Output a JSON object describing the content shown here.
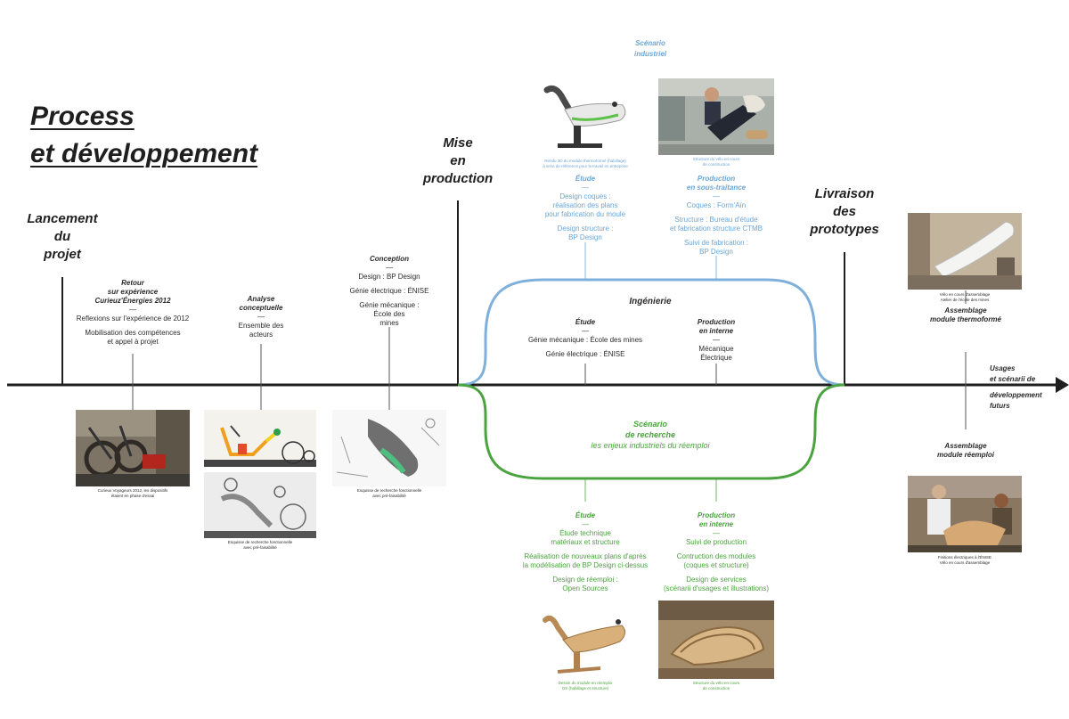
{
  "title": [
    "Process",
    "et développement"
  ],
  "milestones": {
    "launch": [
      "Lancement",
      "du",
      "projet"
    ],
    "production": [
      "Mise",
      "en",
      "production"
    ],
    "delivery": [
      "Livraison",
      "des",
      "prototypes"
    ]
  },
  "future": [
    "Usages",
    "et scénarii de",
    "développement",
    "futurs"
  ],
  "retour": {
    "heading": [
      "Retour",
      "sur expérience",
      "Curieuz'Énergies 2012"
    ],
    "dash": "—",
    "lines": [
      "Reflexions sur l'expérience de 2012"
    ],
    "lines2": [
      "Mobilisation des compétences",
      "et appel à projet"
    ],
    "caption": [
      "Curieux Voyageurs 2012, les dispositifs",
      "étaient en phase d'essai"
    ]
  },
  "analyse": {
    "heading": [
      "Analyse",
      "conceptuelle"
    ],
    "dash": "—",
    "lines": [
      "Ensemble des",
      "acteurs"
    ],
    "caption": [
      "Esquisse de recherche fonctionnelle",
      "avec pré-faisabilité"
    ]
  },
  "conception": {
    "heading": [
      "Conception"
    ],
    "dash": "—",
    "l1": "Design : BP Design",
    "l2": "Génie électrique : ÉNISE",
    "l3": [
      "Génie mécanique :",
      "École des",
      "mines"
    ],
    "caption": [
      "Esquisse de recherche fonctionnelle",
      "avec pré-faisabilité"
    ]
  },
  "scenario_industriel": {
    "heading": [
      "Scénario",
      "industriel"
    ],
    "photo1_caption": [
      "Rendu 3D du module thermoformé (habillage)",
      "à servi de référence pour le travail en entreprise"
    ],
    "photo2_caption": [
      "Structure du vélo en cours",
      "de construction"
    ],
    "etude": {
      "heading": [
        "Étude"
      ],
      "dash": "—",
      "l1": [
        "Design coques :",
        "réalisation des plans",
        "pour fabrication du moule"
      ],
      "l2": [
        "Design structure :",
        "BP Design"
      ]
    },
    "production": {
      "heading": [
        "Production",
        "en sous-traitance"
      ],
      "dash": "—",
      "l1": [
        "Coques : Form'Aïn"
      ],
      "l2": [
        "Structure : Bureau d'étude",
        "et fabrication structure CTMB"
      ],
      "l3": [
        "Suivi de fabrication :",
        "BP Design"
      ]
    }
  },
  "ingenierie": {
    "heading": "Ingénierie",
    "etude": {
      "heading": [
        "Étude"
      ],
      "dash": "—",
      "l1": "Génie mécanique : École des mines",
      "l2": "Génie électrique : ÉNISE"
    },
    "production": {
      "heading": [
        "Production",
        "en interne"
      ],
      "dash": "—",
      "lines": [
        "Mécanique",
        "Électrique"
      ]
    }
  },
  "scenario_recherche": {
    "heading": [
      "Scénario",
      "de recherche"
    ],
    "subtitle": "les enjeux industriels du réemploi",
    "etude": {
      "heading": [
        "Étude"
      ],
      "dash": "—",
      "l1": [
        "Étude technique",
        "matériaux et structure"
      ],
      "l2": [
        "Réalisation de nouveaux plans d'après",
        "la modélisation de BP Design ci-dessus"
      ],
      "l3": [
        "Design de réemploi :",
        "Open Sources"
      ]
    },
    "production": {
      "heading": [
        "Production",
        "en interne"
      ],
      "dash": "—",
      "l1": [
        "Suivi de production"
      ],
      "l2": [
        "Contruction des modules",
        "(coques et structure)"
      ],
      "l3": [
        "Design de services",
        "(scénarii d'usages et illustrations)"
      ]
    },
    "photo1_caption": [
      "Dessin du module en réemploi",
      "OS (habillage et structure)"
    ],
    "photo2_caption": [
      "Structure du vélo en cours",
      "de construction"
    ]
  },
  "assemblage_thermo": {
    "caption": [
      "Vélo en cours d'assemblage",
      "Atelier de l'école des mines"
    ],
    "heading": [
      "Assemblage",
      "module thermoformé"
    ]
  },
  "assemblage_reemploi": {
    "heading": [
      "Assemblage",
      "module réemploi"
    ],
    "caption": [
      "Finitions électriques à l'ÉNISE",
      "Vélo en cours d'assemblage"
    ]
  },
  "colors": {
    "blue": "#6aa5d6",
    "green": "#4aa33e",
    "dark": "#2a2a2a"
  }
}
